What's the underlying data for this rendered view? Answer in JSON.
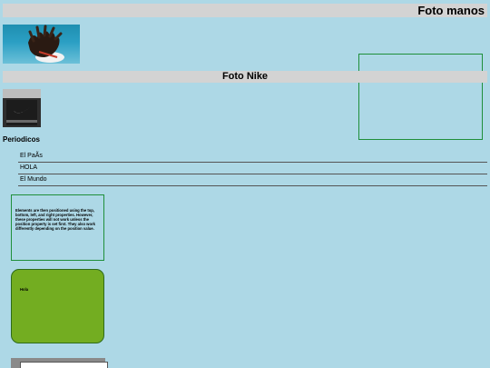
{
  "header": {
    "title": "Foto manos"
  },
  "hands_image": {
    "icon": "hands-photo"
  },
  "nike": {
    "title": "Foto Nike",
    "icon": "nike-photo"
  },
  "newspapers": {
    "heading": "Periodicos",
    "items": [
      "El PaÃs",
      "HOLA",
      "El Mundo"
    ]
  },
  "info_box": {
    "text": "Elements are then positioned using the top, bottom, left, and right properties. However, these properties will not work unless the position property is set first. They also work differently depending on the position value."
  },
  "hola_box": {
    "text": "Hola"
  },
  "colors": {
    "background": "#add8e6",
    "title_bar": "#d3d3d3",
    "green_border": "#1f8f3a",
    "hola_fill": "#73ad21"
  }
}
